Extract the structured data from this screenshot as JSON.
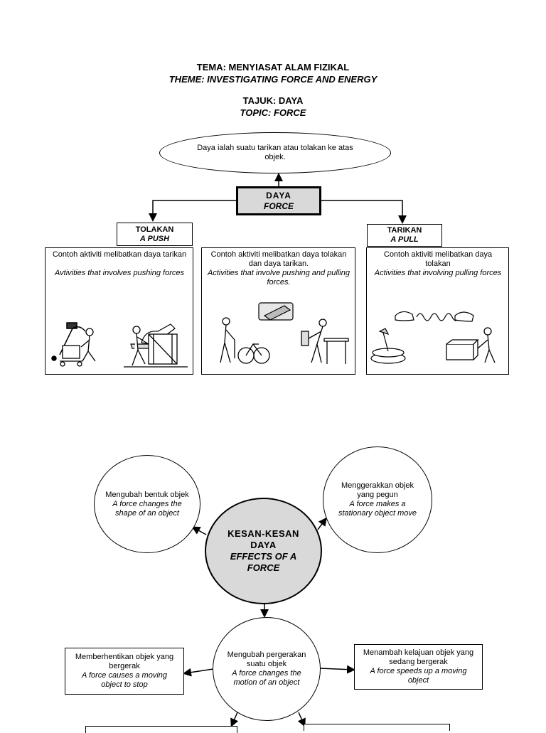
{
  "header": {
    "theme_ms": "TEMA: MENYIASAT ALAM FIZIKAL",
    "theme_en": "THEME: INVESTIGATING FORCE AND ENERGY",
    "topic_ms": "TAJUK: DAYA",
    "topic_en": "TOPIC: FORCE"
  },
  "definition": "Daya ialah suatu tarikan atau tolakan ke atas objek.",
  "central": {
    "ms": "DAYA",
    "en": "FORCE"
  },
  "push": {
    "label_ms": "TOLAKAN",
    "label_en": "A PUSH",
    "desc_ms": "Contoh aktiviti melibatkan daya tarikan",
    "desc_en": "Avtivities that involves pushing forces"
  },
  "both": {
    "desc_ms": "Contoh aktiviti melibatkan daya tolakan dan daya tarikan.",
    "desc_en": "Activities that involve pushing and pulling forces."
  },
  "pull": {
    "label_ms": "TARIKAN",
    "label_en": "A PULL",
    "desc_ms": "Contoh aktiviti melibatkan daya tolakan",
    "desc_en": "Activities that involving pulling forces"
  },
  "effects": {
    "center_ms": "KESAN-KESAN DAYA",
    "center_en": "EFFECTS OF A FORCE",
    "shape_ms": "Mengubah bentuk objek",
    "shape_en": "A force changes the shape of an object",
    "move_ms": "Menggerakkan objek yang pegun",
    "move_en": "A force makes a stationary object move",
    "motion_ms": "Mengubah pergerakan suatu objek",
    "motion_en": "A force changes the motion of an object",
    "stop_ms": "Memberhentikan objek yang bergerak",
    "stop_en": "A force causes a moving object to stop",
    "speed_ms": "Menambah kelajuan objek yang sedang bergerak",
    "speed_en": "A force speeds up a moving object"
  }
}
